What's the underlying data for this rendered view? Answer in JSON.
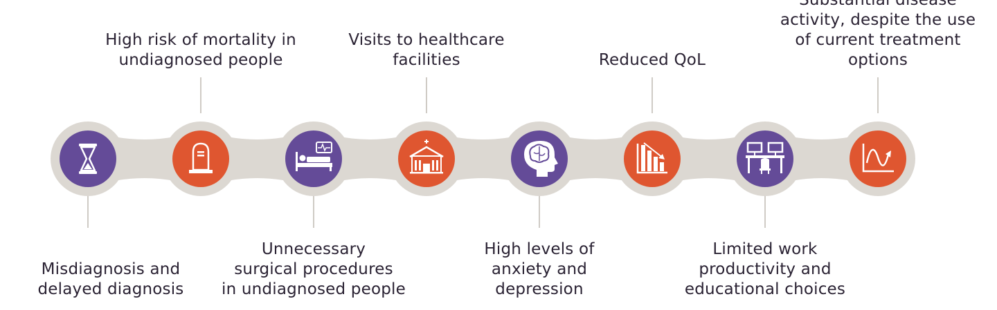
{
  "colors": {
    "band": "#dcd8d2",
    "purple": "#644b98",
    "orange": "#df5630",
    "connector": "#cfcbc5",
    "text": "#2a2233",
    "icon": "#ffffff"
  },
  "stages": [
    {
      "label": "Misdiagnosis and\ndelayed diagnosis",
      "position": "below",
      "color": "purple",
      "icon": "hourglass-icon"
    },
    {
      "label": "High risk of mortality in\nundiagnosed people",
      "position": "above",
      "color": "orange",
      "icon": "tombstone-icon"
    },
    {
      "label": "Unnecessary\nsurgical procedures\nin undiagnosed people",
      "position": "below",
      "color": "purple",
      "icon": "hospital-bed-icon"
    },
    {
      "label": "Visits to healthcare\nfacilities",
      "position": "above",
      "color": "orange",
      "icon": "hospital-building-icon"
    },
    {
      "label": "High levels of\nanxiety and\ndepression",
      "position": "below",
      "color": "purple",
      "icon": "brain-head-icon"
    },
    {
      "label": "Reduced QoL",
      "position": "above",
      "color": "orange",
      "icon": "declining-chart-icon"
    },
    {
      "label": "Limited work\nproductivity and\neducational choices",
      "position": "below",
      "color": "purple",
      "icon": "workspace-desk-icon"
    },
    {
      "label": "Substantial disease\nactivity, despite the use\nof current treatment\noptions",
      "position": "above",
      "color": "orange",
      "icon": "wave-graph-icon"
    }
  ]
}
